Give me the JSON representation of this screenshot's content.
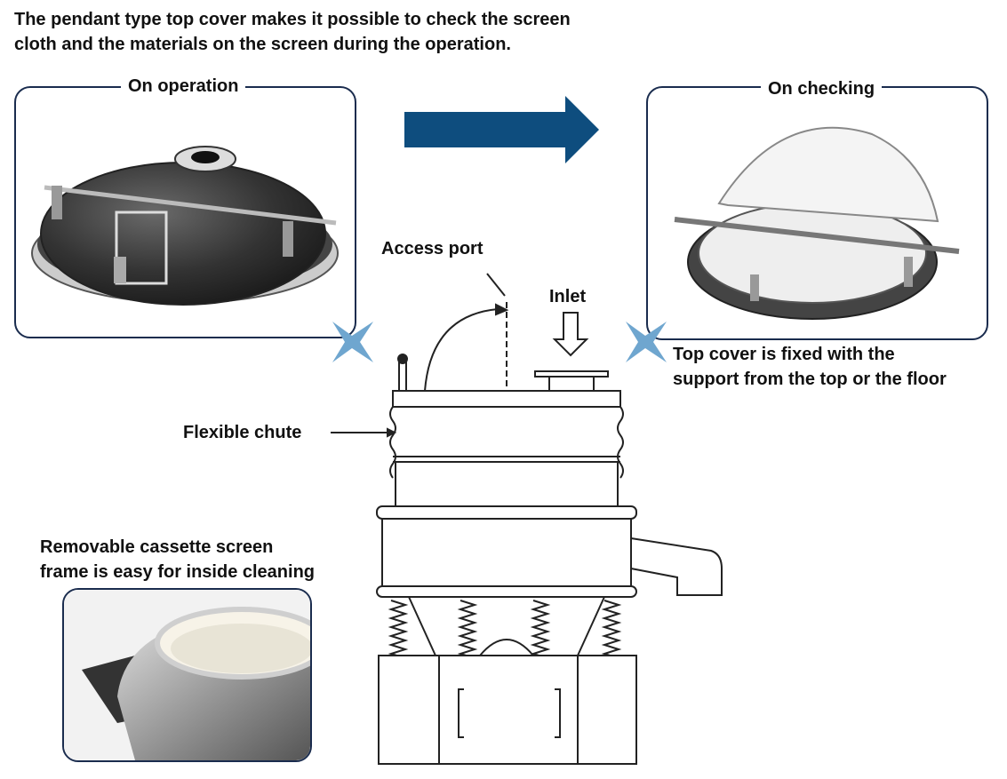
{
  "header": {
    "line1": "The pendant type top cover makes it possible to check the screen",
    "line2": "cloth and the materials on the screen during the operation."
  },
  "panels": {
    "operation": {
      "title": "On operation"
    },
    "checking": {
      "title": "On checking"
    }
  },
  "labels": {
    "access_port": "Access port",
    "inlet": "Inlet",
    "flexible_chute": "Flexible chute",
    "support_line1": "Top cover is fixed with the",
    "support_line2": "support from the top or the floor",
    "cassette_line1": "Removable cassette screen",
    "cassette_line2": "frame is easy for inside cleaning"
  },
  "colors": {
    "arrow": "#0e4d7e",
    "connector": "#6fa6cf",
    "panel_border": "#1a2c4e",
    "line": "#222222"
  }
}
